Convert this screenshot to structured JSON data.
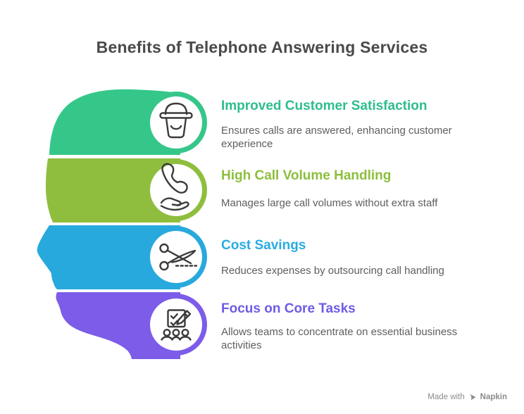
{
  "title": "Benefits of Telephone Answering Services",
  "items": [
    {
      "heading": "Improved Customer Satisfaction",
      "description": "Ensures calls are answered, enhancing customer experience",
      "color": "#2ebe8b",
      "band_color": "#35c78a",
      "icon": "smiling-customer-icon"
    },
    {
      "heading": "High Call Volume Handling",
      "description": "Manages large call volumes without extra staff",
      "color": "#8cbf3d",
      "band_color": "#8fbe3f",
      "icon": "phone-in-hand-icon"
    },
    {
      "heading": "Cost Savings",
      "description": "Reduces expenses by outsourcing call handling",
      "color": "#29abe2",
      "band_color": "#28a9dd",
      "icon": "scissors-icon"
    },
    {
      "heading": "Focus on Core Tasks",
      "description": "Allows teams to concentrate on essential business activities",
      "color": "#6e5be6",
      "band_color": "#7c5ce8",
      "icon": "checklist-pencil-team-icon"
    }
  ],
  "palette": {
    "background": "#ffffff",
    "title": "#4a4a4a",
    "description": "#5e5e5e",
    "icon_stroke": "#3b3b3b",
    "footer": "#8c8c8c"
  },
  "footer": {
    "made_with": "Made with",
    "brand": "Napkin",
    "pen_icon": "napkin-pen-icon"
  }
}
